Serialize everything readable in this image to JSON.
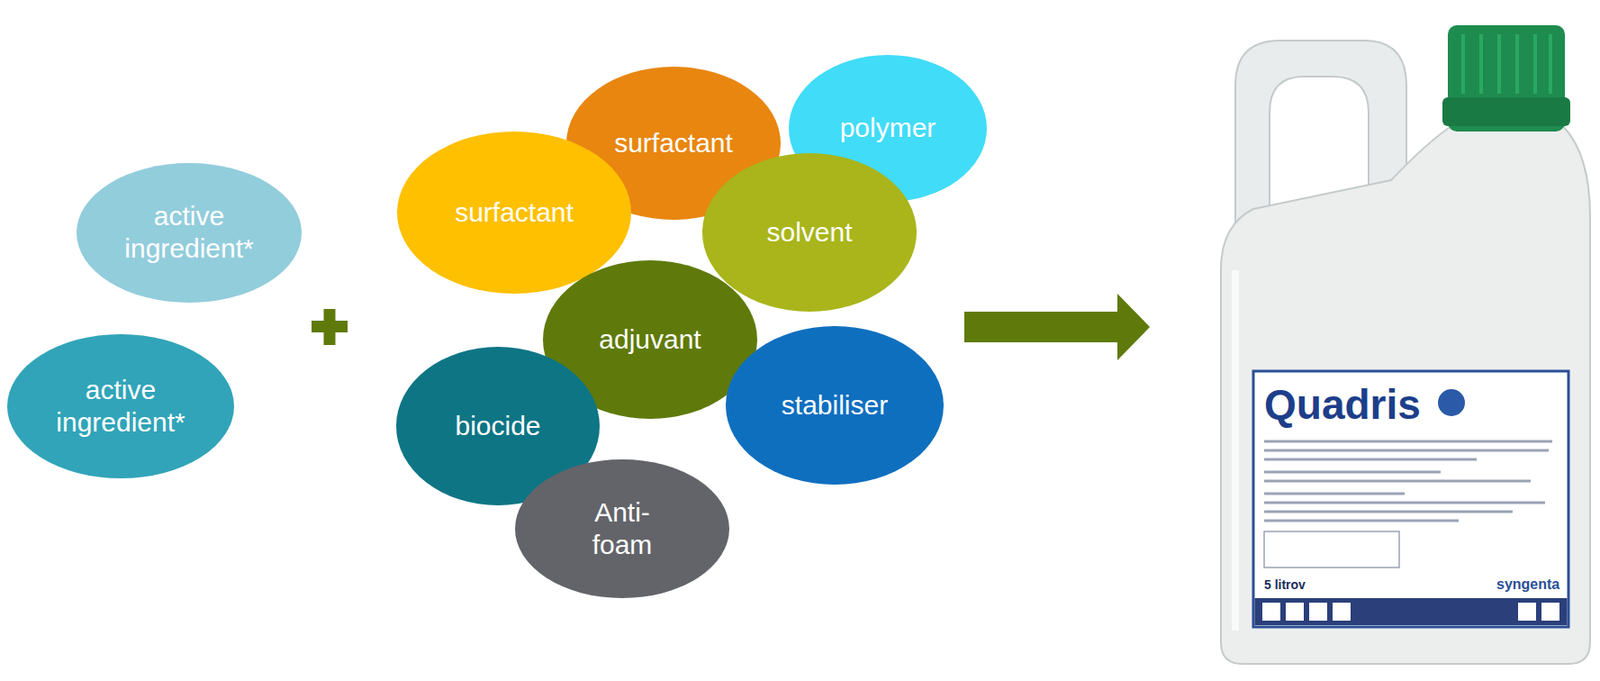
{
  "diagram": {
    "nodes": [
      {
        "text": [
          "active ingredient*"
        ]
      },
      {
        "text": [
          "active ingredient*"
        ]
      },
      {
        "text": [
          "surfactant"
        ]
      },
      {
        "text": [
          "polymer"
        ]
      },
      {
        "text": [
          "surfactant"
        ]
      },
      {
        "text": [
          "solvent"
        ]
      },
      {
        "text": [
          "adjuvant"
        ]
      },
      {
        "text": [
          "biocide"
        ]
      },
      {
        "text": [
          "stabiliser"
        ]
      },
      {
        "text": [
          "Anti-foam"
        ]
      }
    ],
    "labels": [
      "Quadris",
      "5 litrov",
      "syngenta"
    ]
  }
}
